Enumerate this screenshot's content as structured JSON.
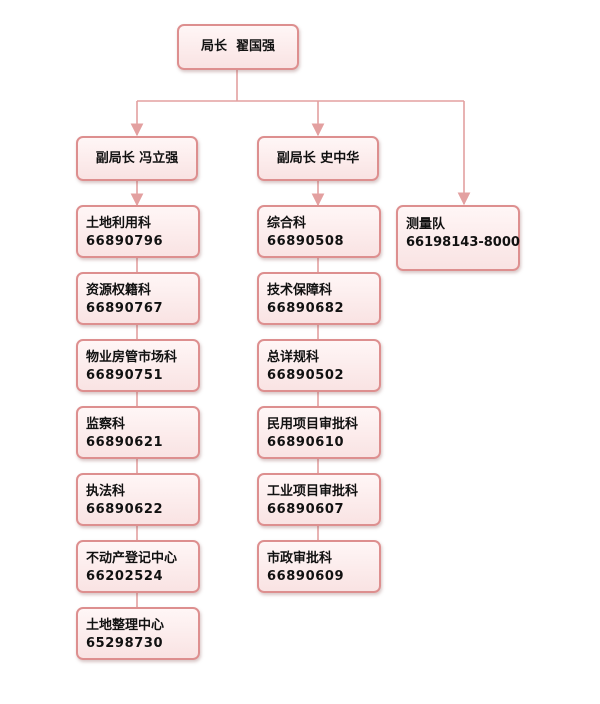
{
  "director": {
    "label": "局长  翟国强"
  },
  "branches": [
    {
      "head": "副局长 冯立强",
      "units": [
        {
          "name": "土地利用科",
          "phone": "66890796"
        },
        {
          "name": "资源权籍科",
          "phone": "66890767"
        },
        {
          "name": "物业房管市场科",
          "phone": "66890751"
        },
        {
          "name": "监察科",
          "phone": "66890621"
        },
        {
          "name": "执法科",
          "phone": "66890622"
        },
        {
          "name": "不动产登记中心",
          "phone": "66202524"
        },
        {
          "name": "土地整理中心",
          "phone": "65298730"
        }
      ]
    },
    {
      "head": "副局长 史中华",
      "units": [
        {
          "name": "综合科",
          "phone": "66890508"
        },
        {
          "name": "技术保障科",
          "phone": "66890682"
        },
        {
          "name": "总详规科",
          "phone": "66890502"
        },
        {
          "name": "民用项目审批科",
          "phone": "66890610"
        },
        {
          "name": "工业项目审批科",
          "phone": "66890607"
        },
        {
          "name": "市政审批科",
          "phone": "66890609"
        }
      ]
    }
  ],
  "survey_team": {
    "name": "测量队",
    "phone": "66198143-8000"
  },
  "colors": {
    "box_border": "#dd8f8f",
    "box_fill": "#fbeaea",
    "connector": "#e3a0a0"
  }
}
